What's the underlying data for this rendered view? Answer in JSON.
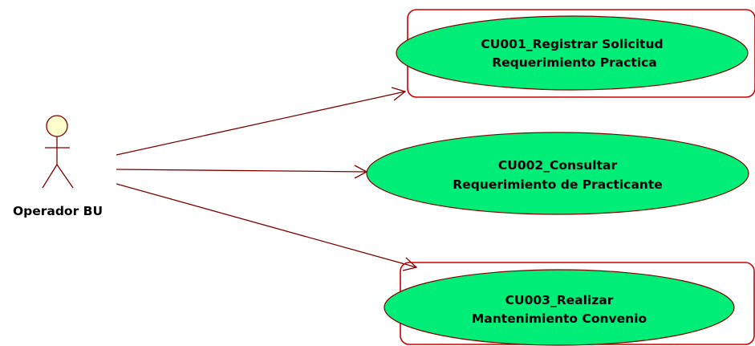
{
  "actor": {
    "name": "Operador BU",
    "head_color": "#ffffcc",
    "line_color": "#800000"
  },
  "use_cases": [
    {
      "line1": "CU001_Registrar Solicitud",
      "line2": "Requerimiento Practica",
      "selected": true
    },
    {
      "line1": "CU002_Consultar",
      "line2": "Requerimiento de Practicante",
      "selected": false
    },
    {
      "line1": "CU003_Realizar",
      "line2": "Mantenimiento Convenio",
      "selected": true
    }
  ],
  "colors": {
    "ellipse_fill": "#00ee77",
    "ellipse_stroke": "#800000",
    "association": "#800000",
    "selection_box": "#cc0000"
  }
}
